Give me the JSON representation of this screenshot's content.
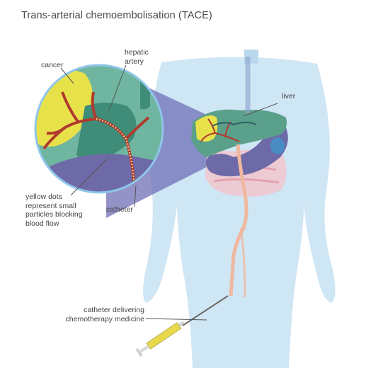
{
  "title": "Trans-arterial chemoembolisation (TACE)",
  "labels": {
    "cancer": "cancer",
    "hepatic_artery": [
      "hepatic",
      "artery"
    ],
    "liver": "liver",
    "catheter": "catheter",
    "yellow_dots": [
      "yellow dots",
      "represent small",
      "particles blocking",
      "blood flow"
    ],
    "catheter_delivering": [
      "catheter delivering",
      "chemotherapy medicine"
    ]
  },
  "colors": {
    "body": "#cfe6f5",
    "liver": "#5aa08a",
    "cancer": "#e8e24a",
    "stomach": "#6e6aa8",
    "artery": "#b03a2e",
    "catheter": "#f0b8a0",
    "syringe": "#e8d84a",
    "zoom_border": "#8fc6e8"
  }
}
